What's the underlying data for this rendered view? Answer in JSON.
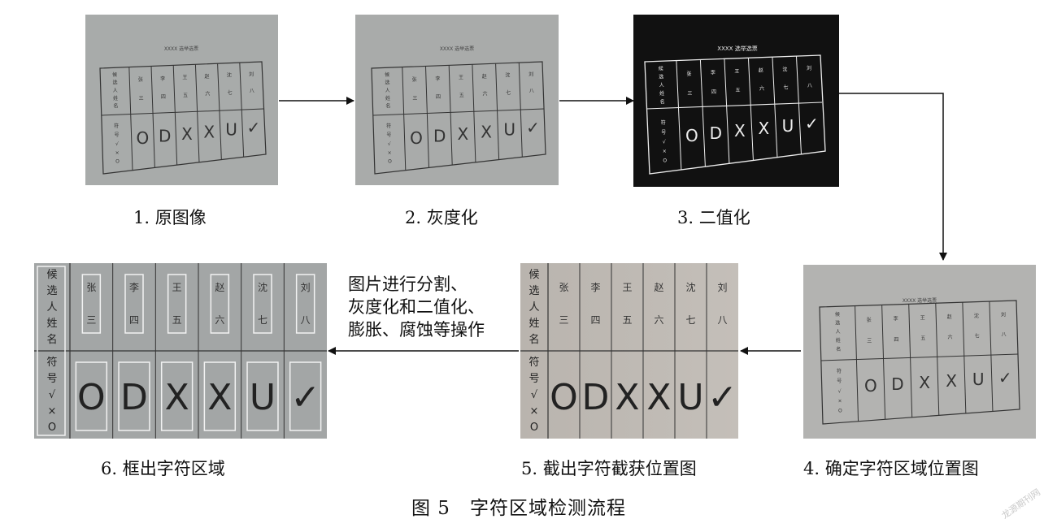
{
  "steps": [
    {
      "id": 1,
      "caption": "1. 原图像"
    },
    {
      "id": 2,
      "caption": "2. 灰度化"
    },
    {
      "id": 3,
      "caption": "3. 二值化"
    },
    {
      "id": 4,
      "caption": "4. 确定字符区域位置图"
    },
    {
      "id": 5,
      "caption": "5. 截出字符截获位置图"
    },
    {
      "id": 6,
      "caption": "6. 框出字符区域"
    }
  ],
  "ballot": {
    "title": "XXXX 选举选票",
    "header_chars": [
      "候",
      "选",
      "人",
      "姓",
      "名"
    ],
    "symbol_chars": [
      "符",
      "号",
      "√",
      "×",
      "O"
    ],
    "names": [
      [
        "张",
        "三"
      ],
      [
        "李",
        "四"
      ],
      [
        "王",
        "五"
      ],
      [
        "赵",
        "六"
      ],
      [
        "沈",
        "七"
      ],
      [
        "刘",
        "八"
      ]
    ],
    "marks": [
      "O",
      "D",
      "X",
      "X",
      "U",
      "✓"
    ]
  },
  "process_note": [
    "图片进行分割、",
    "灰度化和二值化、",
    "膨胀、腐蚀等操作"
  ],
  "figure_title": "图 5　字符区域检测流程",
  "watermark": "龙源期刊网",
  "colors": {
    "photo_bg": "#a9acaa",
    "photo_bg2": "#b5b2ad",
    "binary_bg": "#111111",
    "arrow": "#111111"
  }
}
